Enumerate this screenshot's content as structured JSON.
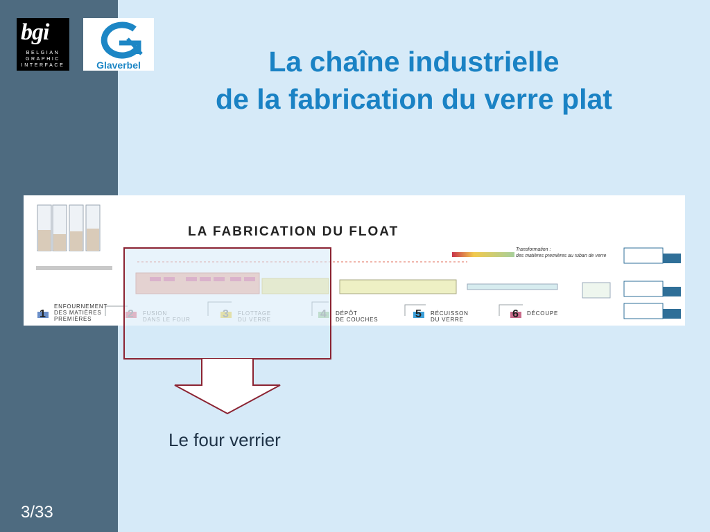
{
  "logos": {
    "bgi": {
      "mark": "bgi",
      "lines": [
        "BELGIAN",
        "GRAPHIC",
        "INTERFACE"
      ]
    },
    "glaverbel": {
      "name": "Glaverbel"
    }
  },
  "title": {
    "line1": "La chaîne industrielle",
    "line2": "de la fabrication du verre plat"
  },
  "diagram": {
    "heading": "LA FABRICATION DU FLOAT",
    "transformation": [
      "Transformation :",
      "des matières premières au ruban de verre"
    ],
    "steps": [
      {
        "num": "1",
        "label": "ENFOURNEMENT\nDES MATIÈRES\nPREMIÈRES",
        "color": "#6a8fc9"
      },
      {
        "num": "2",
        "label": "FUSION\nDANS LE FOUR",
        "color": "#e8798a"
      },
      {
        "num": "3",
        "label": "FLOTTAGE\nDU VERRE",
        "color": "#f2d54e"
      },
      {
        "num": "4",
        "label": "DÉPÔT\nDE COUCHES",
        "color": "#a6cf9b"
      },
      {
        "num": "5",
        "label": "RÉCUISSON\nDU VERRE",
        "color": "#3b9fd8"
      },
      {
        "num": "6",
        "label": "DÉCOUPE",
        "color": "#c86a8a"
      }
    ],
    "colors": {
      "highlight_box": "#8b2332",
      "furnace": "#f6b5a3",
      "float_bath": "#f7ec9f",
      "truck": "#2f6f98"
    }
  },
  "caption": "Le four verrier",
  "page": "3/33"
}
